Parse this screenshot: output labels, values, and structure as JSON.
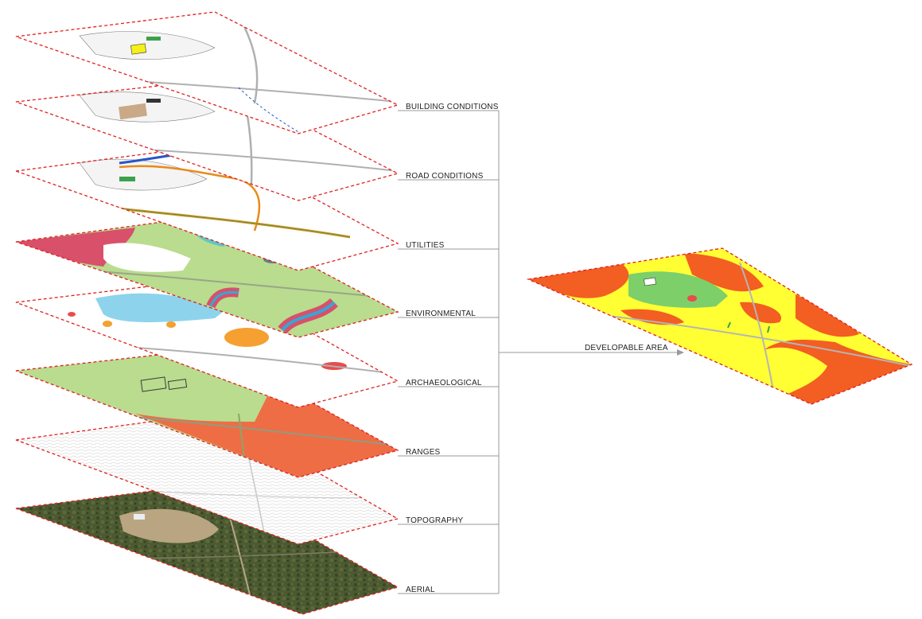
{
  "layers": [
    {
      "id": "building-conditions",
      "label": "BUILDING CONDITIONS"
    },
    {
      "id": "road-conditions",
      "label": "ROAD CONDITIONS"
    },
    {
      "id": "utilities",
      "label": "UTILITIES"
    },
    {
      "id": "environmental",
      "label": "ENVIRONMENTAL"
    },
    {
      "id": "archaeological",
      "label": "ARCHAEOLOGICAL"
    },
    {
      "id": "ranges",
      "label": "RANGES"
    },
    {
      "id": "topography",
      "label": "TOPOGRAPHY"
    },
    {
      "id": "aerial",
      "label": "AERIAL"
    }
  ],
  "result": {
    "label": "DEVELOPABLE AREA"
  },
  "colors": {
    "outline_dash": "#e02020",
    "connector": "#9a9a9a",
    "road": "#b0b0b0",
    "green_field": "#b9dc8e",
    "range_orange": "#ef6d45",
    "environmental_red": "#d9506a",
    "water_blue": "#34a7d8",
    "buffer_orange": "#f5a030",
    "utility_orange": "#e98a1a",
    "utility_blue": "#2655c9",
    "highlight_yellow": "#f6ef1a",
    "developable_orange": "#f35e22",
    "developable_yellow": "#ffff33",
    "aerial_dark": "#44502c"
  }
}
